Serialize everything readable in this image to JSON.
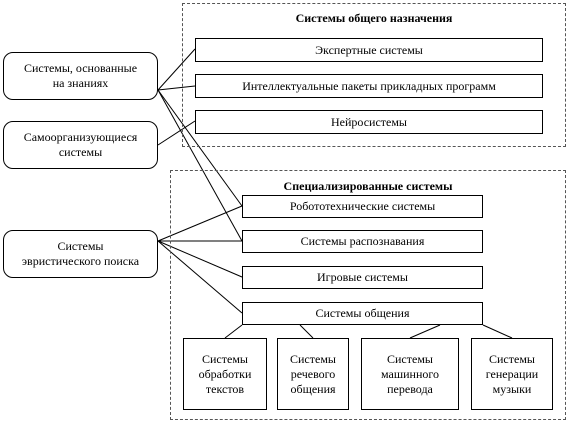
{
  "general": {
    "title": "Системы общего назначения",
    "items": [
      "Экспертные системы",
      "Интеллектуальные пакеты прикладных программ",
      "Нейросистемы"
    ]
  },
  "special": {
    "title": "Специализированные системы",
    "items": [
      "Робототехнические системы",
      "Системы распознавания",
      "Игровые системы",
      "Системы общения"
    ],
    "subitems": [
      "Системы\nобработки\nтекстов",
      "Системы\nречевого\nобщения",
      "Системы\nмашинного\nперевода",
      "Системы\nгенерации\nмузыки"
    ]
  },
  "sources": [
    "Системы, основанные\nна знаниях",
    "Самоорганизующиеся\nсистемы",
    "Системы\nэвристического поиска"
  ]
}
